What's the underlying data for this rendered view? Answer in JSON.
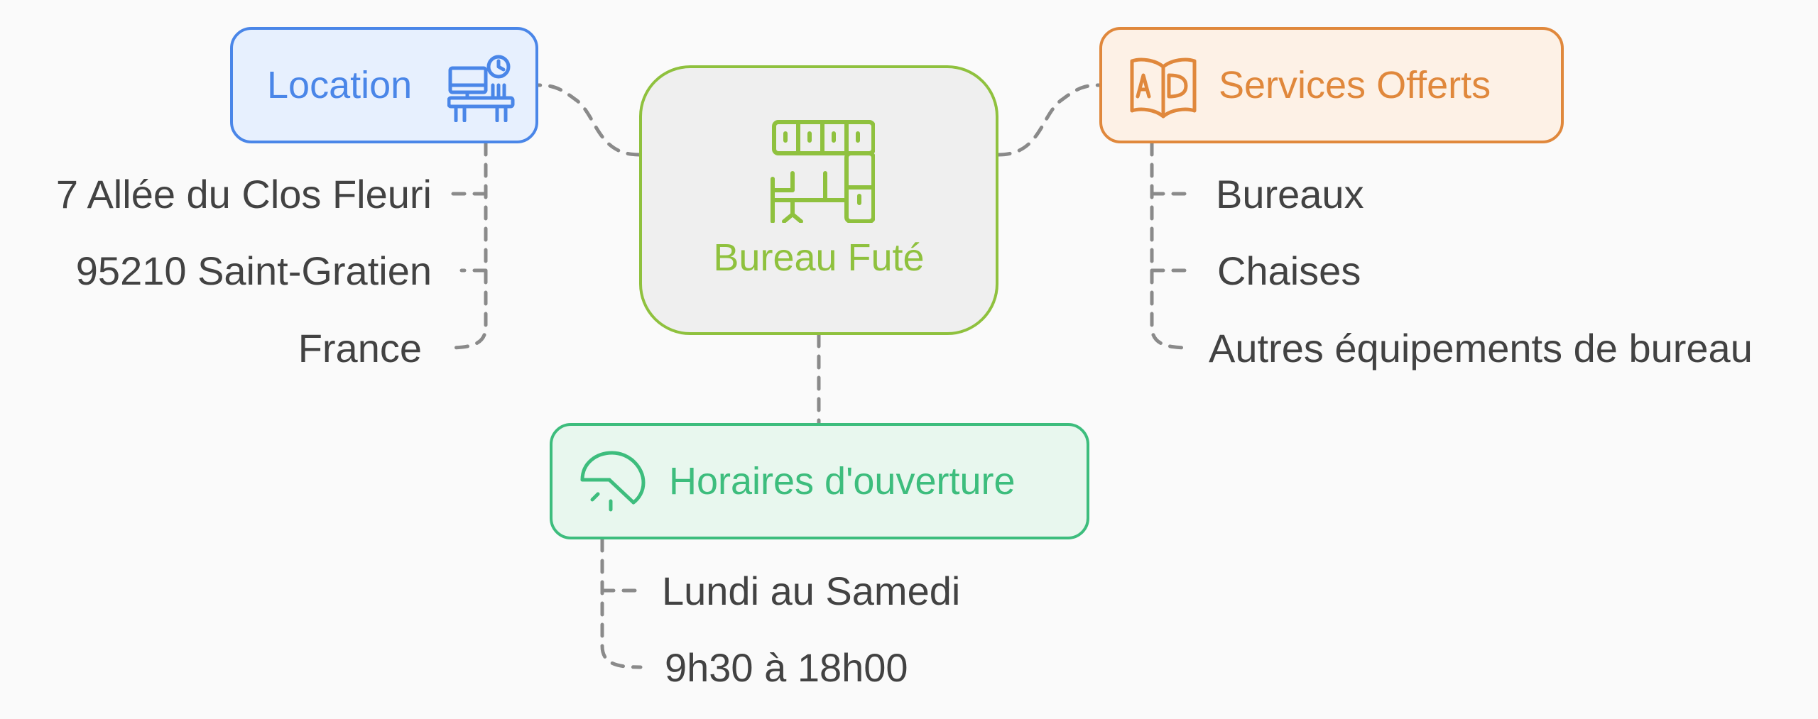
{
  "center": {
    "label": "Bureau Futé",
    "icon": "office-furniture-icon",
    "color": "#8fc13e"
  },
  "location": {
    "label": "Location",
    "icon": "desk-clock-icon",
    "color": "#4a86e8",
    "items": [
      "7 Allée du Clos Fleuri",
      "95210 Saint-Gratien",
      "France"
    ]
  },
  "services": {
    "label": "Services Offerts",
    "icon": "ad-book-icon",
    "color": "#e0883c",
    "items": [
      "Bureaux",
      "Chaises",
      "Autres équipements de bureau"
    ]
  },
  "hours": {
    "label": "Horaires d'ouverture",
    "icon": "lamp-icon",
    "color": "#3dbd7d",
    "items": [
      "Lundi au Samedi",
      "9h30 à 18h00"
    ]
  },
  "connector_color": "#8a8a8a"
}
